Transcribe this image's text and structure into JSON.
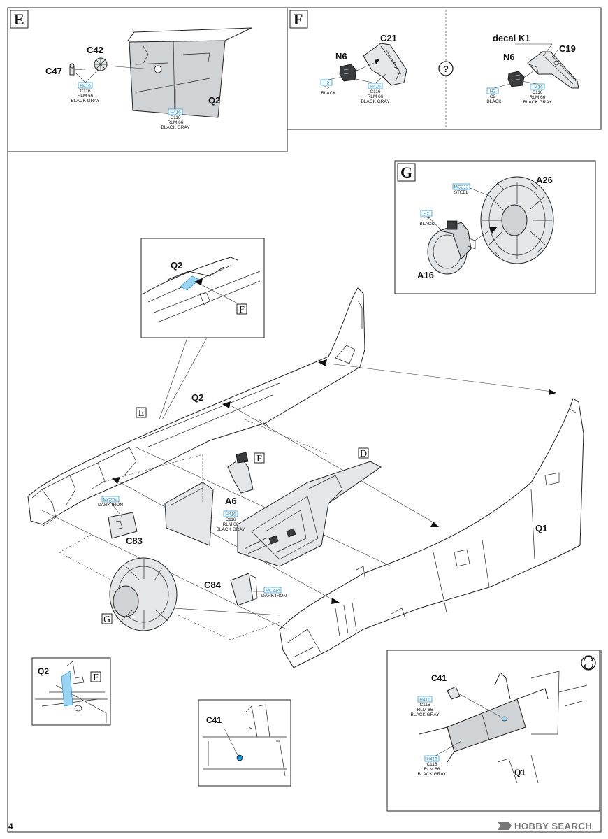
{
  "page_number": "4",
  "watermark": {
    "brand": "HOBBY SEARCH"
  },
  "steps": {
    "E": {
      "letter": "E",
      "parts": {
        "c42": "C42",
        "c47": "C47",
        "q2": "Q2"
      },
      "color1": {
        "code": "H416",
        "code2": "C116",
        "name1": "RLM 66",
        "name2": "BLACK GRAY"
      },
      "color2": {
        "code": "H416",
        "code2": "C116",
        "name1": "RLM 66",
        "name2": "BLACK GRAY"
      }
    },
    "F": {
      "letter": "F",
      "question": "?",
      "left": {
        "parts": {
          "n6": "N6",
          "c21": "C21"
        },
        "color_a": {
          "code": "H2",
          "code2": "C2",
          "name1": "BLACK"
        },
        "color_b": {
          "code": "H416",
          "code2": "C116",
          "name1": "RLM 66",
          "name2": "BLACK GRAY"
        }
      },
      "right": {
        "parts": {
          "decal": "decal K1",
          "n6": "N6",
          "c19": "C19"
        },
        "color_a": {
          "code": "H2",
          "code2": "C2",
          "name1": "BLACK"
        },
        "color_b": {
          "code": "H416",
          "code2": "C116",
          "name1": "RLM 66",
          "name2": "BLACK GRAY"
        }
      }
    },
    "G": {
      "letter": "G",
      "parts": {
        "a26": "A26",
        "a16": "A16"
      },
      "color_a": {
        "code": "MC213",
        "name1": "STEEL"
      },
      "color_b": {
        "code": "H2",
        "code2": "C2",
        "name1": "BLACK"
      }
    }
  },
  "main": {
    "refs": {
      "e": "E",
      "f1": "F",
      "f2": "F",
      "d": "D",
      "g": "G"
    },
    "parts": {
      "q2": "Q2",
      "q1": "Q1",
      "a6": "A6",
      "c83": "C83",
      "c84": "C84"
    },
    "c83_color": {
      "code": "MC214",
      "name1": "DARK IRON"
    },
    "a6_color": {
      "code": "H416",
      "code2": "C116",
      "name1": "RLM 66",
      "name2": "BLACK GRAY"
    },
    "c84_color": {
      "code": "MC214",
      "name1": "DARK IRON"
    }
  },
  "detail_q2": {
    "part": "Q2",
    "ref": "F"
  },
  "inset_q2f": {
    "part": "Q2",
    "ref": "F"
  },
  "inset_c41": {
    "part": "C41"
  },
  "inset_rotate": {
    "parts": {
      "c41": "C41",
      "q1": "Q1"
    },
    "color1": {
      "code": "H416",
      "code2": "C116",
      "name1": "RLM 66",
      "name2": "BLACK GRAY"
    },
    "color2": {
      "code": "H416",
      "code2": "C116",
      "name1": "RLM 66",
      "name2": "BLACK GRAY"
    }
  }
}
